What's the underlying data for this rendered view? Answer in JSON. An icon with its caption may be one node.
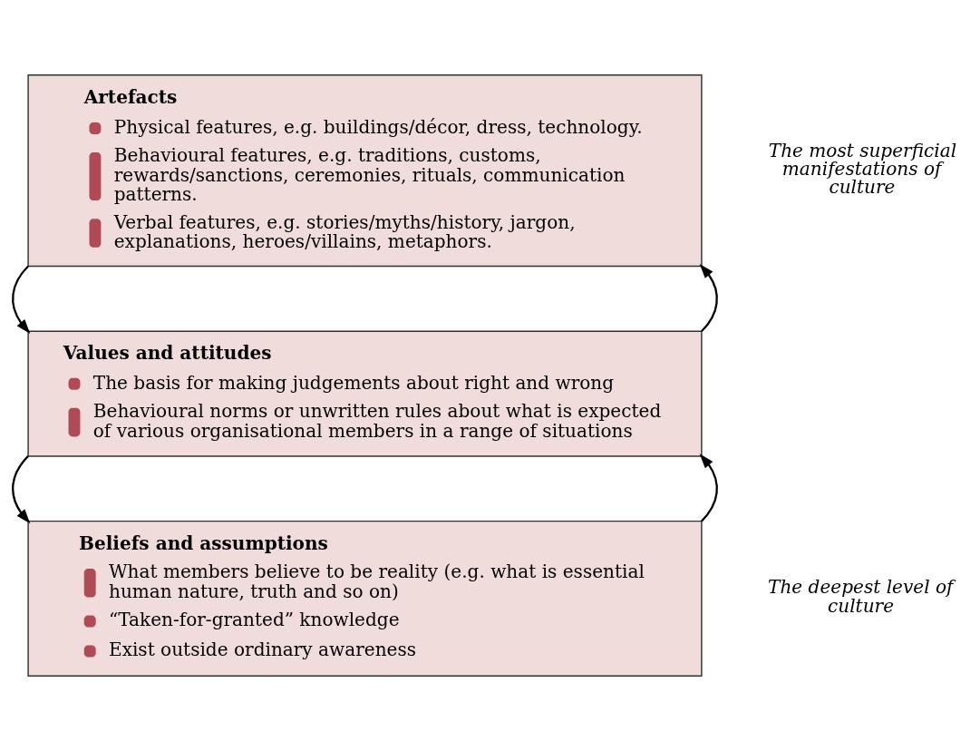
{
  "diagram": {
    "nodes": [
      {
        "text": [
          "Artefacts",
          "Physical features, e.g. buildings/décor, dress, technology.",
          "Behavioural features, e.g. traditions, customs, rewards/sanctions, ceremonies, rituals, communication patterns.",
          "Verbal features, e.g. stories/myths/history, jargon, explanations, heroes/villains, metaphors."
        ],
        "beside": [
          "The most superficial manifestations of culture"
        ]
      },
      {
        "text": [
          "Values and attitudes",
          "The basis for making judgements about right and wrong",
          "Behavioural norms or unwritten rules about what is expected of various organisational members in a range of situations"
        ]
      },
      {
        "text": [
          "Beliefs and assumptions",
          "What members believe to be reality (e.g. what is essential human nature, truth and so on)",
          "“Taken-for-granted” knowledge",
          "Exist outside ordinary awareness"
        ],
        "beside": [
          "The deepest level of culture"
        ]
      }
    ],
    "edges": [
      {
        "from": 0,
        "to": 1,
        "arrow": "to"
      },
      {
        "from": 1,
        "to": 0,
        "arrow": "to"
      },
      {
        "from": 1,
        "to": 2,
        "arrow": "to"
      },
      {
        "from": 2,
        "to": 1,
        "arrow": "to"
      }
    ]
  }
}
